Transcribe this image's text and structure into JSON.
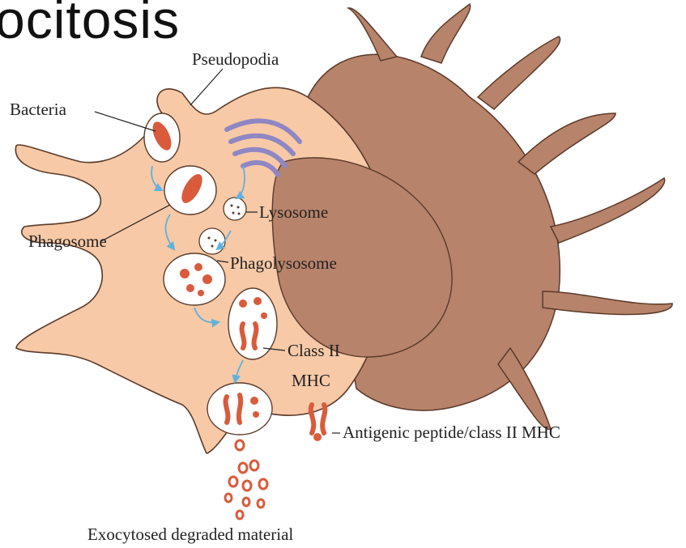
{
  "title": "ocitosis",
  "labels": {
    "pseudopodia": "Pseudopodia",
    "bacteria": "Bacteria",
    "lysosome": "Lysosome",
    "phagosome": "Phagosome",
    "phagolysosome": "Phagolysosome",
    "class_ii": "Class II",
    "mhc": "MHC",
    "antigenic": "Antigenic peptide/class II MHC",
    "exocytosed": "Exocytosed degraded material"
  },
  "colors": {
    "cytoplasm": "#f7c9a6",
    "cytoplasm_stroke": "#5a3a2a",
    "nucleus": "#b7836a",
    "nucleus_dark": "#9c6a52",
    "bacteria": "#d95b3b",
    "golgi": "#8f86c4",
    "arrow": "#5fb2dd"
  }
}
